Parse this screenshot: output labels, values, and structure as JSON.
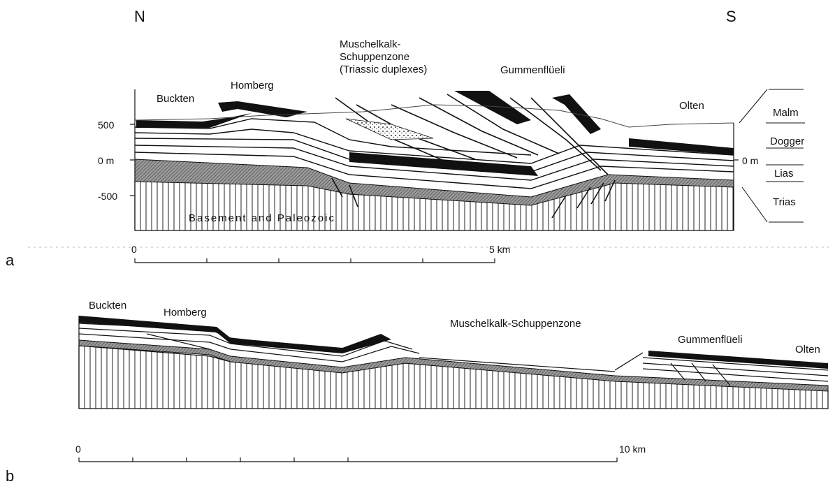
{
  "panel_a": {
    "label": "a",
    "north": "N",
    "south": "S",
    "places": {
      "buckten": "Buckten",
      "homberg": "Homberg",
      "muschel_1": "Muschelkalk-",
      "muschel_2": "Schuppenzone",
      "muschel_3": "(Triassic duplexes)",
      "gummen": "Gummenflüeli",
      "olten": "Olten"
    },
    "elevation_ticks": [
      "500",
      "0 m",
      "-500"
    ],
    "right_datum": "0 m",
    "basement": "Basement and Paleozoic",
    "legend_units": [
      "Malm",
      "Dogger",
      "Lias",
      "Trias"
    ],
    "scale_start": "0",
    "scale_end": "5 km"
  },
  "panel_b": {
    "label": "b",
    "places": {
      "buckten": "Buckten",
      "homberg": "Homberg",
      "muschel": "Muschelkalk-Schuppenzone",
      "gummen": "Gummenflüeli",
      "olten": "Olten"
    },
    "scale_start": "0",
    "scale_end": "10 km"
  },
  "colors": {
    "ink": "#111111",
    "trias": "#8a8a8a",
    "paper": "#ffffff"
  }
}
